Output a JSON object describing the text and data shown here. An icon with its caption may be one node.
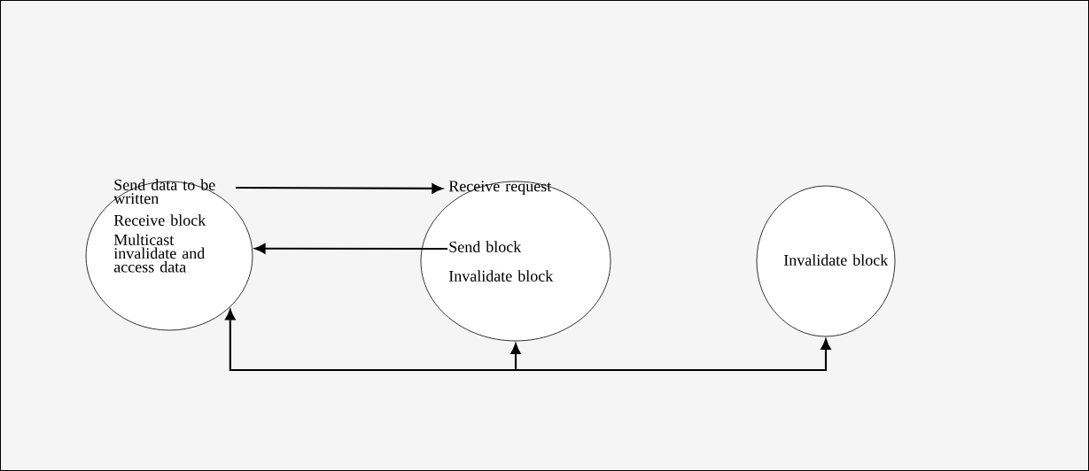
{
  "diagram": {
    "nodes": [
      {
        "text": [
          "Send data to be written",
          "Receive block",
          "Multicast invalidate and access data"
        ]
      },
      {
        "text": [
          "Receive request",
          "Send block",
          "Invalidate block"
        ]
      },
      {
        "text": [
          "Invalidate block"
        ]
      }
    ],
    "edges": [
      {
        "from": 0,
        "to": 1,
        "arrow": "to"
      },
      {
        "from": 1,
        "to": 0,
        "arrow": "to"
      },
      {
        "from": null,
        "to": 0,
        "arrow": "to"
      },
      {
        "from": null,
        "to": 1,
        "arrow": "to"
      },
      {
        "from": null,
        "to": 2,
        "arrow": "to"
      }
    ]
  }
}
